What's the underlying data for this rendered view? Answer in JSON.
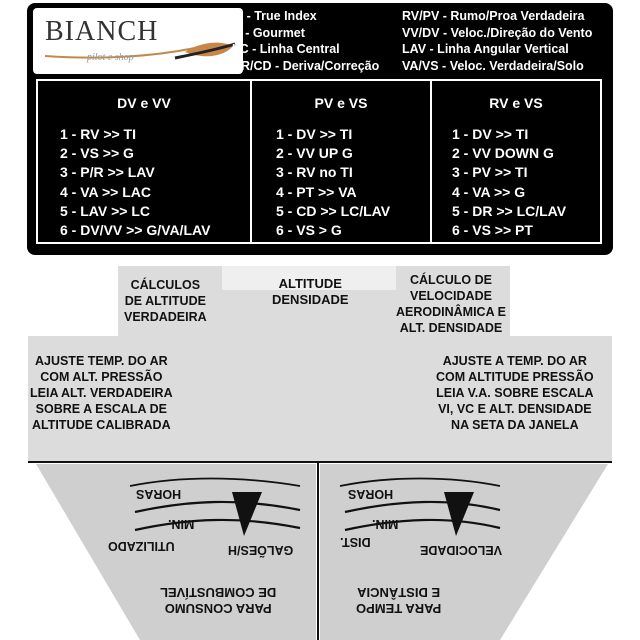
{
  "logo": {
    "name": "BIANCH",
    "tagline": "pilot e shop"
  },
  "legend": {
    "left": [
      "TI - True Index",
      "G - Gourmet",
      "LC - Linha Central",
      "DR/CD - Deriva/Correção"
    ],
    "right": [
      "RV/PV - Rumo/Proa Verdadeira",
      "VV/DV - Veloc./Direção do Vento",
      "LAV - Linha Angular Vertical",
      "VA/VS - Veloc. Verdadeira/Solo"
    ]
  },
  "columns": [
    {
      "title": "DV e VV",
      "items": [
        "1 - RV >> TI",
        "2 - VS >> G",
        "3 - P/R >> LAV",
        "4 - VA >> LAC",
        "5 - LAV >> LC",
        "6 - DV/VV >> G/VA/LAV"
      ]
    },
    {
      "title": "PV e VS",
      "items": [
        "1 - DV >> TI",
        "2 - VV UP G",
        "3 - RV no TI",
        "4 - PT >> VA",
        "5 - CD >> LC/LAV",
        "6 - VS > G"
      ]
    },
    {
      "title": "RV e VS",
      "items": [
        "1 - DV >> TI",
        "2 - VV DOWN G",
        "3 - PV >> TI",
        "4 - VA >> G",
        "5 - DR >> LC/LAV",
        "6 - VS >> PT"
      ]
    }
  ],
  "computer": {
    "calc_altitude": [
      "CÁLCULOS",
      "DE ALTITUDE",
      "VERDADEIRA"
    ],
    "altitude_density": [
      "ALTITUDE",
      "DENSIDADE"
    ],
    "calc_speed": [
      "CÁLCULO DE",
      "VELOCIDADE",
      "AERODINÂMICA E",
      "ALT. DENSIDADE"
    ],
    "adjust_left": [
      "AJUSTE TEMP. DO AR",
      "COM ALT. PRESSÃO",
      "LEIA ALT. VERDADEIRA",
      "SOBRE A ESCALA DE",
      "ALTITUDE CALIBRADA"
    ],
    "adjust_right": [
      "AJUSTE A TEMP. DO AR",
      "COM ALTITUDE PRESSÃO",
      "LEIA V.A. SOBRE ESCALA",
      "VI, VC E ALT. DENSIDADE",
      "NA SETA DA JANELA"
    ],
    "fuel": {
      "horas": "HORAS",
      "min": "MIN.",
      "used": "UTILIZADO",
      "rate": "GALÕES/H",
      "caption": [
        "PARA CONSUMO",
        "DE COMBUSTÍVEL"
      ]
    },
    "time": {
      "horas": "HORAS",
      "min": "MIN.",
      "dist": "DIST.",
      "speed": "VELOCIDADE",
      "caption": [
        "PARA TEMPO",
        "E DISTÂNCIA"
      ]
    }
  }
}
